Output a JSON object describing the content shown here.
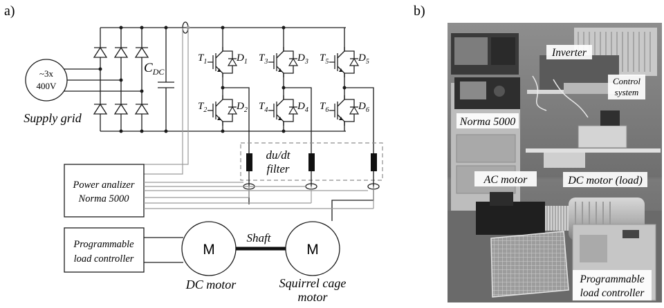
{
  "panel_a": {
    "label": "a)",
    "source": {
      "line1": "~3x",
      "line2": "400V",
      "caption": "Supply grid"
    },
    "capacitor": {
      "letter": "C",
      "subscript": "DC"
    },
    "transistors_top": [
      {
        "t": "T",
        "ts": "1",
        "d": "D",
        "ds": "1"
      },
      {
        "t": "T",
        "ts": "3",
        "d": "D",
        "ds": "3"
      },
      {
        "t": "T",
        "ts": "5",
        "d": "D",
        "ds": "5"
      }
    ],
    "transistors_bottom": [
      {
        "t": "T",
        "ts": "2",
        "d": "D",
        "ds": "2"
      },
      {
        "t": "T",
        "ts": "4",
        "d": "D",
        "ds": "4"
      },
      {
        "t": "T",
        "ts": "6",
        "d": "D",
        "ds": "6"
      }
    ],
    "filter": {
      "line1": "du/dt",
      "line2": "filter"
    },
    "power_analyzer": {
      "line1": "Power analizer",
      "line2": "Norma 5000"
    },
    "load_controller": {
      "line1": "Programmable",
      "line2": "load controller"
    },
    "dc_motor": {
      "symbol": "M",
      "caption": "DC motor"
    },
    "shaft": "Shaft",
    "ac_motor": {
      "symbol": "M",
      "caption_line1": "Squirrel cage",
      "caption_line2": "motor"
    }
  },
  "panel_b": {
    "label": "b)",
    "labels": {
      "inverter": "Inverter",
      "control_line1": "Control",
      "control_line2": "system",
      "norma": "Norma 5000",
      "ac_motor": "AC motor",
      "dc_motor": "DC motor (load)",
      "plc_line1": "Programmable",
      "plc_line2": "load controller"
    }
  }
}
